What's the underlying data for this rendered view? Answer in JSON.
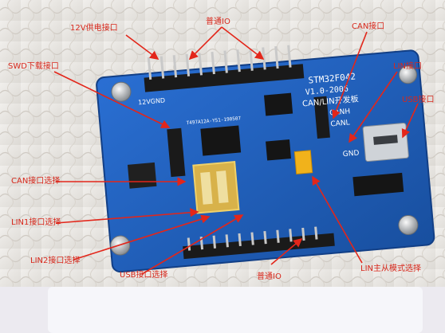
{
  "image": {
    "callouts": [
      {
        "key": "power",
        "text": "12V供电接口"
      },
      {
        "key": "gpio_top",
        "text": "普通IO"
      },
      {
        "key": "can_port",
        "text": "CAN接口"
      },
      {
        "key": "swd_port",
        "text": "SWD下载接口"
      },
      {
        "key": "lin_port",
        "text": "LIN接口"
      },
      {
        "key": "usb_port",
        "text": "USB接口"
      },
      {
        "key": "can_select",
        "text": "CAN接口选择"
      },
      {
        "key": "lin1_select",
        "text": "LIN1接口选择"
      },
      {
        "key": "lin2_select",
        "text": "LIN2接口选择"
      },
      {
        "key": "usb_select",
        "text": "USB接口选择"
      },
      {
        "key": "gpio_bottom",
        "text": "普通IO"
      },
      {
        "key": "lin_mode",
        "text": "LIN主从模式选择"
      }
    ],
    "board_silkscreen": {
      "title": "STM32F042",
      "version": "V1.0-2006",
      "subtitle": "CAN/LIN开发板",
      "pin_canh": "CANH",
      "pin_canl": "CANL",
      "pin_gnd": "GND",
      "pin_12v": "12VGND",
      "chip_code": "T497A12A-Y51-190507"
    },
    "colors": {
      "board": "#1f5fc2",
      "callout": "#d8281c",
      "background": "#e9e7e3"
    }
  }
}
